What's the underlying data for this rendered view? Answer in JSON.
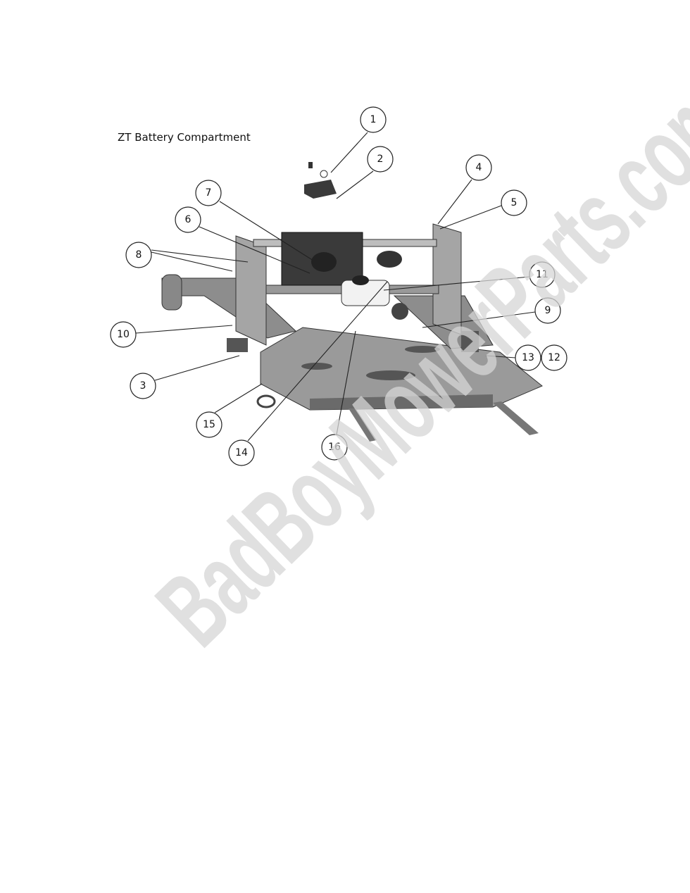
{
  "title": "ZT Battery Compartment",
  "watermark": "BadBoyMowerParts.com",
  "callouts": [
    "1",
    "2",
    "3",
    "4",
    "5",
    "6",
    "7",
    "8",
    "9",
    "10",
    "11",
    "12",
    "13",
    "14",
    "15",
    "16"
  ],
  "colors": {
    "part_dark": "#3a3a3a",
    "part_mid": "#8a8a8a",
    "part_light": "#b5b5b5",
    "watermark": "#d6d6d6"
  }
}
